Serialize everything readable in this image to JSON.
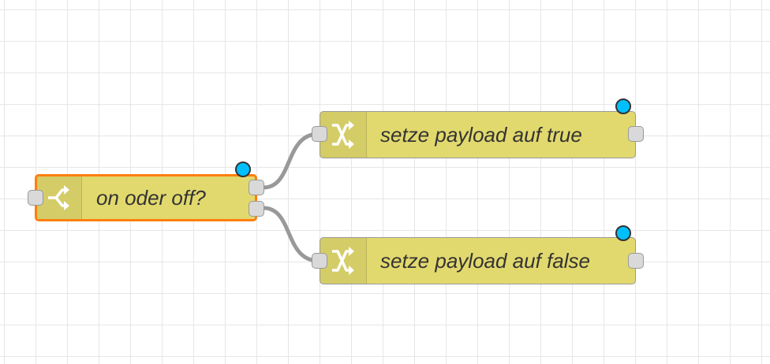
{
  "flow": {
    "nodes": {
      "switch": {
        "label": "on oder off?",
        "icon": "switch-icon",
        "selected": true
      },
      "change_true": {
        "label": "setze payload auf true",
        "icon": "shuffle-icon"
      },
      "change_false": {
        "label": "setze payload auf false",
        "icon": "shuffle-icon"
      }
    },
    "colors": {
      "node_fill": "#e2d96e",
      "selected_border": "#ff7f0e",
      "wire": "#999999",
      "status_dot": "#00bfff",
      "grid": "#e6e6e6"
    }
  }
}
